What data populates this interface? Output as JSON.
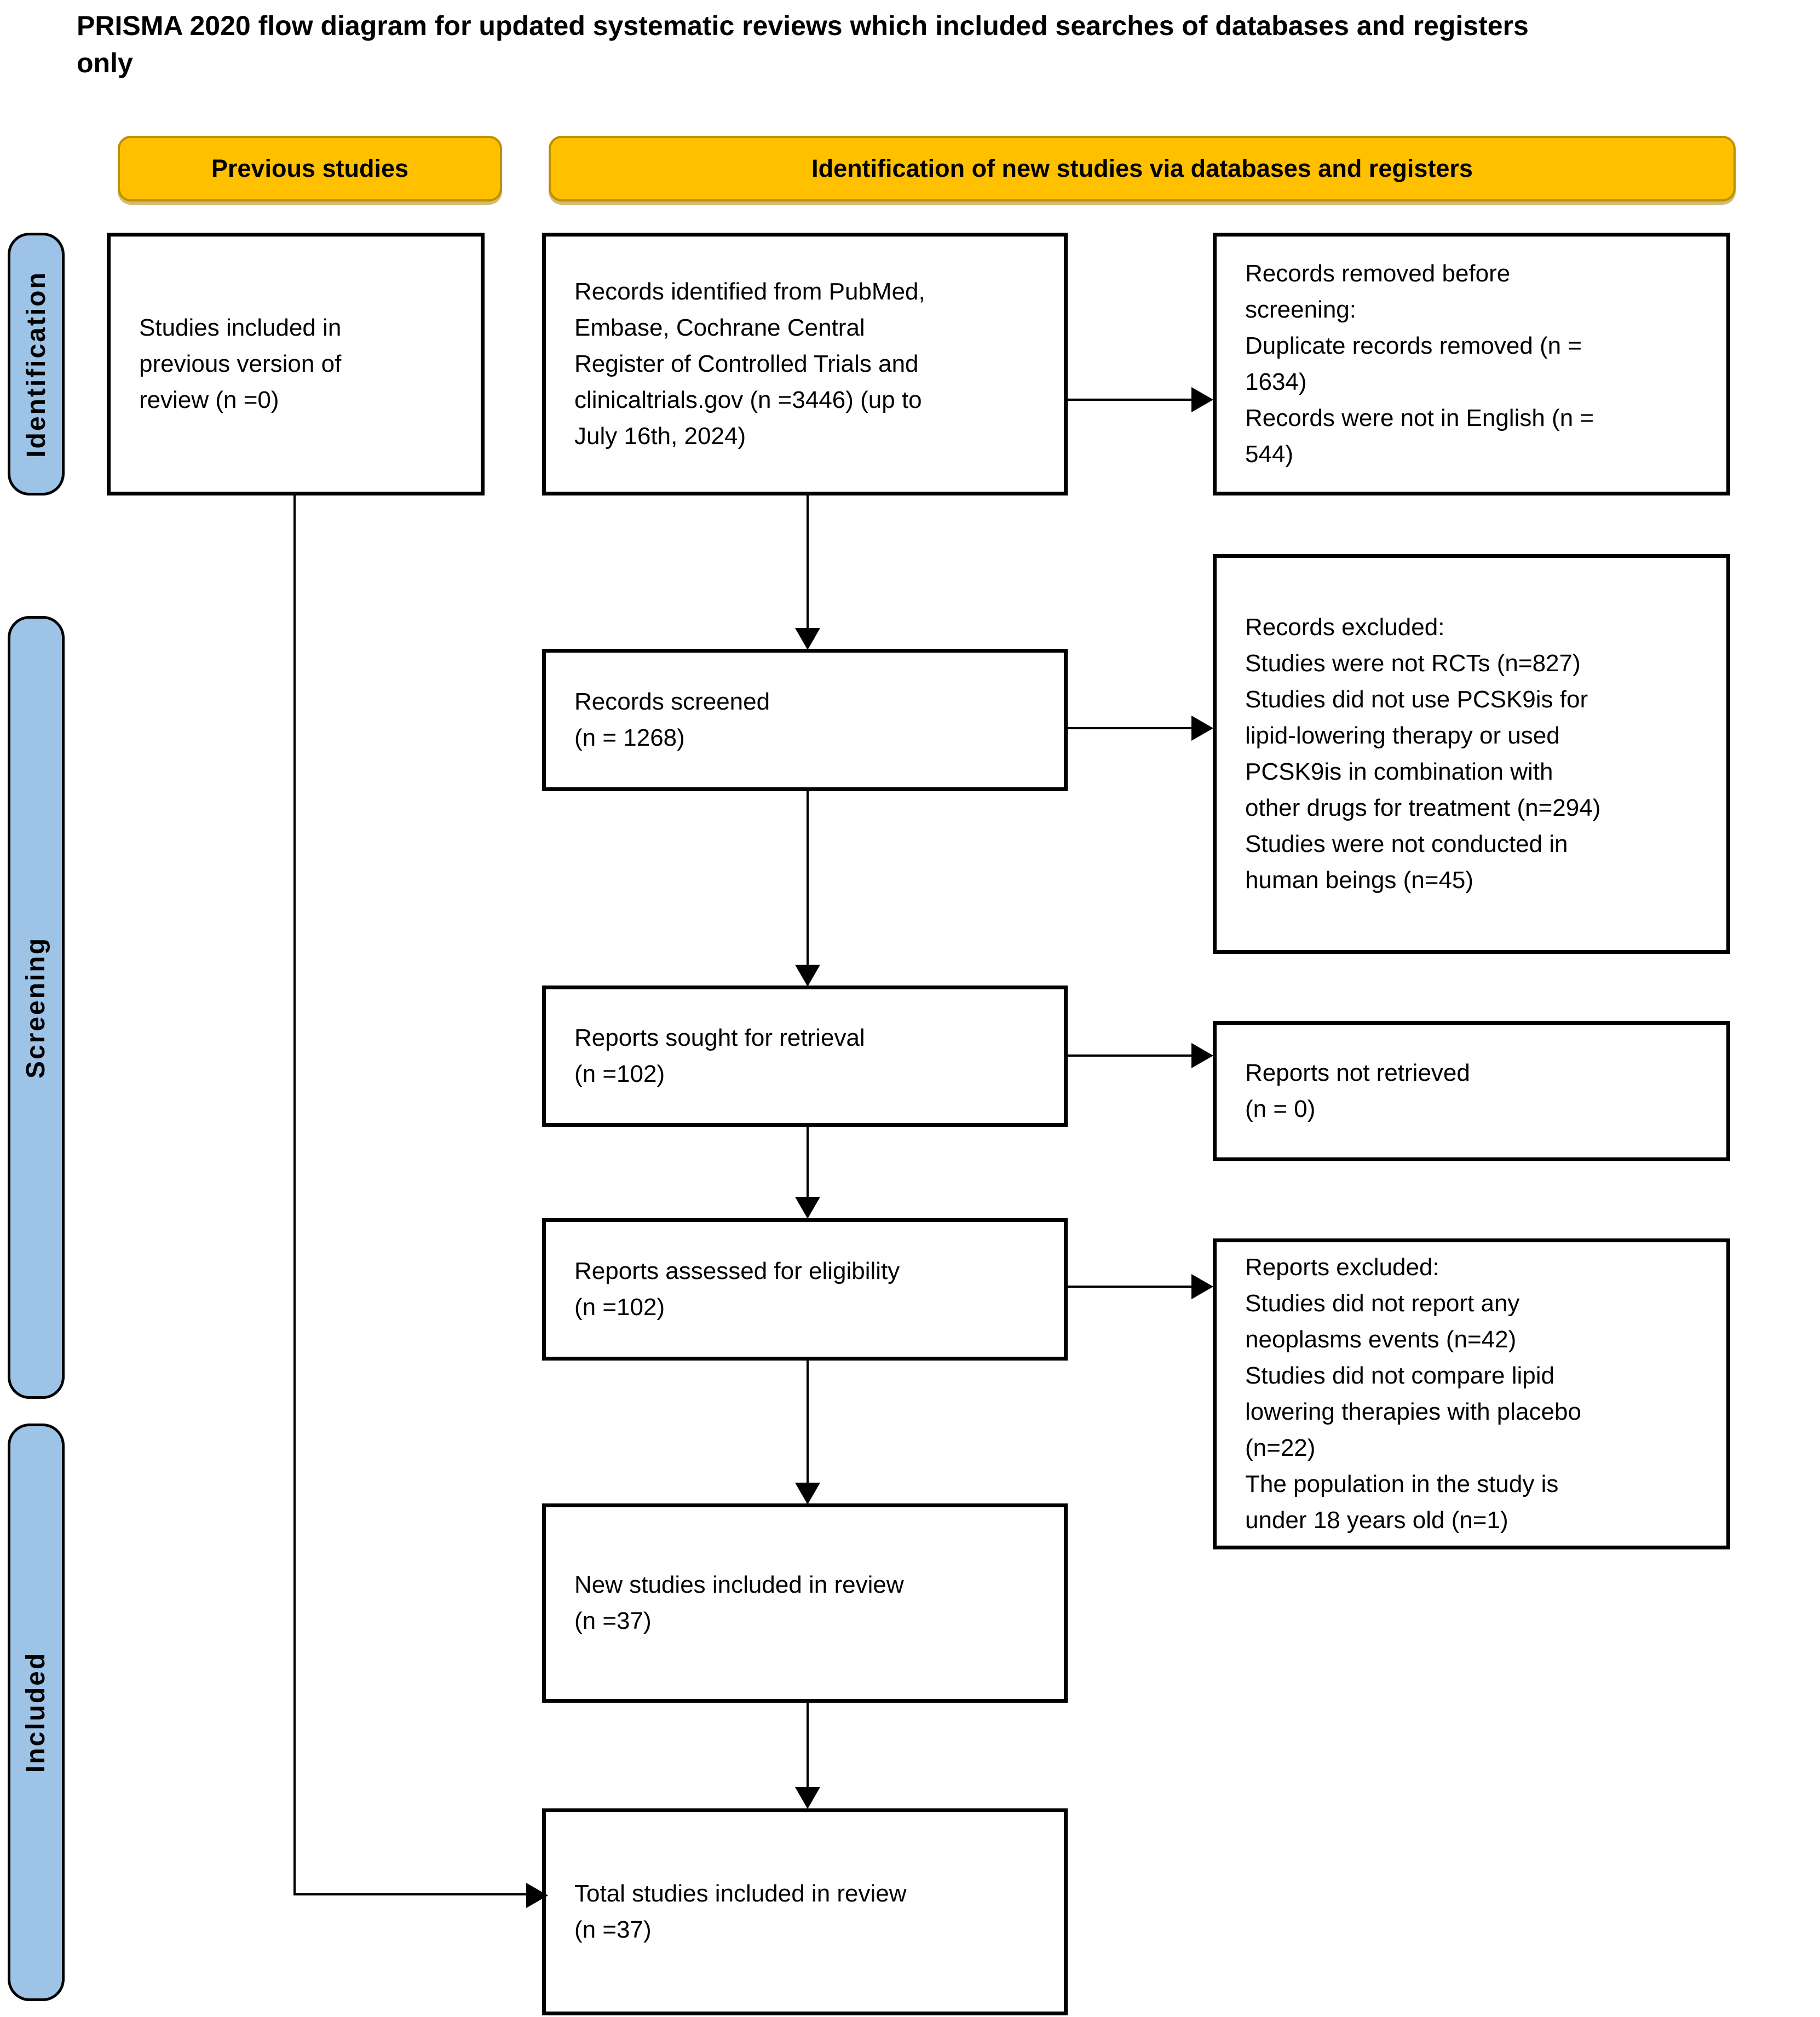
{
  "title": "PRISMA 2020 flow diagram for updated systematic reviews which included searches of databases and registers\nonly",
  "colors": {
    "header_fill": "#FFC000",
    "header_border": "#BF8F00",
    "sidebar_fill": "#9DC3E6",
    "box_border": "#000000",
    "background": "#FFFFFF"
  },
  "headers": {
    "previous_studies": "Previous studies",
    "identification": "Identification of new studies via databases and registers"
  },
  "sidebar": {
    "identification": "Identification",
    "screening": "Screening",
    "included": "Included"
  },
  "boxes": {
    "previous_version": "Studies included in\nprevious version of\nreview (n =0)",
    "records_identified": "Records identified from  PubMed,\nEmbase, Cochrane Central\nRegister of Controlled Trials and\nclinicaltrials.gov (n =3446) (up to\nJuly 16th, 2024)",
    "records_removed": "Records removed before\nscreening:\nDuplicate records removed (n =\n1634)\nRecords were not in English (n =\n544)",
    "records_screened": "Records screened\n(n = 1268)",
    "records_excluded": "Records excluded:\nStudies were not RCTs (n=827)\nStudies did not use PCSK9is for\nlipid-lowering therapy or used\nPCSK9is in combination with\nother drugs for treatment (n=294)\nStudies were not conducted in\nhuman beings (n=45)",
    "reports_sought": "Reports sought for retrieval\n(n =102)",
    "reports_not_retrieved": "Reports not retrieved\n(n = 0)",
    "reports_assessed": "Reports assessed for eligibility\n(n =102)",
    "reports_excluded": "Reports excluded:\nStudies did not report any\nneoplasms events (n=42)\nStudies did not compare lipid\nlowering therapies with placebo\n(n=22)\nThe population in the study is\nunder 18 years old (n=1)",
    "new_studies_included": "New studies included in review\n(n =37)",
    "total_studies_included": "Total studies included in review\n(n =37)"
  }
}
